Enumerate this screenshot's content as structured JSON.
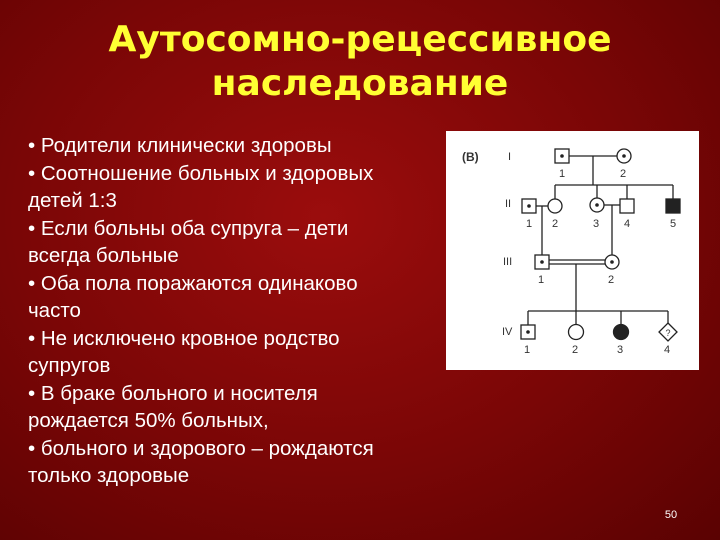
{
  "title": {
    "line1": "Аутосомно-рецессивное",
    "line2": "наследование"
  },
  "bullets": [
    "• Родители клинически здоровы",
    "• Соотношение больных и здоровых",
    "детей 1:3",
    "• Если больны оба супруга – дети",
    "всегда больные",
    "• Оба пола поражаются одинаково",
    "часто",
    "• Не исключено кровное  родство",
    "супругов",
    "• В браке больного и носителя",
    "рождается 50% больных,",
    "•  больного и здорового – рождаются",
    "только здоровые"
  ],
  "pedigree": {
    "panel_label": "(B)",
    "generations": [
      "I",
      "II",
      "III",
      "IV"
    ],
    "gen1_numbers": [
      "1",
      "2"
    ],
    "gen2_numbers": [
      "1",
      "2",
      "3",
      "4",
      "5"
    ],
    "gen3_numbers": [
      "1",
      "2"
    ],
    "gen4_numbers": [
      "1",
      "2",
      "3",
      "4"
    ],
    "unknown_mark": "?"
  },
  "page_number": "50"
}
